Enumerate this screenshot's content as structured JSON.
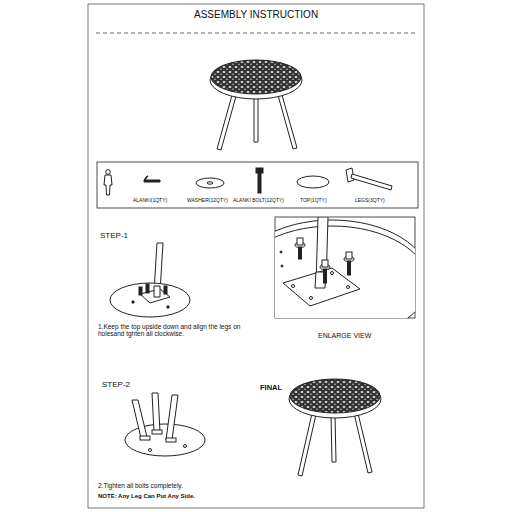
{
  "diagram": {
    "title": "ASSEMBLY INSTRUCTION",
    "labels": [
      "ALANKI(1QTY)",
      "WASHER(12QTY)",
      "ALANKI BOLT(12QTY)",
      "TOP(1QTY)",
      "LEGS(3QTY)",
      "STEP-1",
      "1.Keep the top upside down and align the legs on holesand tghten all clockwise.",
      "ENLARGE VIEW",
      "STEP-2",
      "FINAL",
      "2.Tighten all bolts completely.",
      "NOTE: Any Leg Can Put Any Side."
    ]
  }
}
